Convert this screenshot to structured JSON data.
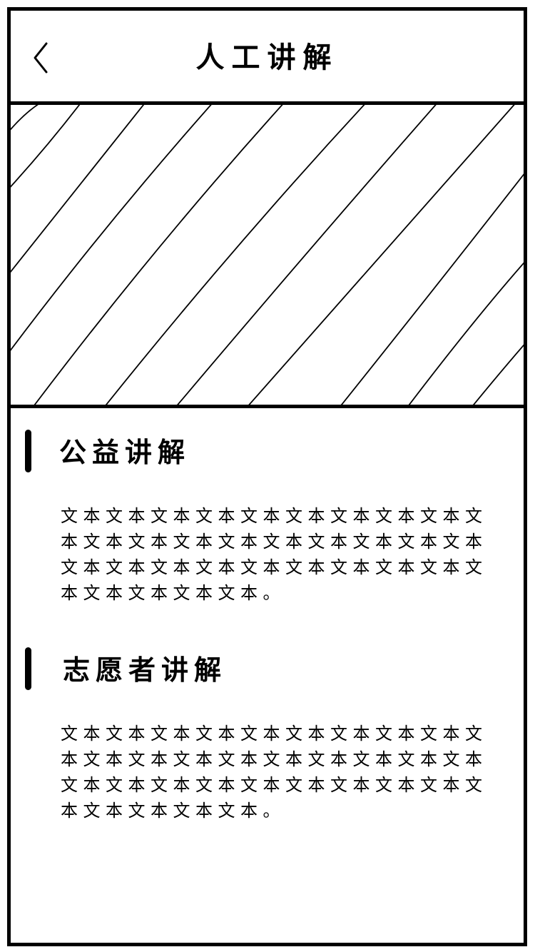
{
  "header": {
    "title": "人工讲解",
    "back_icon": "chevron-left-icon"
  },
  "banner": {
    "kind": "image-placeholder"
  },
  "sections": [
    {
      "title": "公益讲解",
      "body": "文本文本文本文本文本文本文本文本文本文本文本文本文本文本文本文本文本文本文本文本文本文本文本文本文本文本文本文本文本文本文本文本文本。"
    },
    {
      "title": "志愿者讲解",
      "body": "文本文本文本文本文本文本文本文本文本文本文本文本文本文本文本文本文本文本文本文本文本文本文本文本文本文本文本文本文本文本文本文本文本。"
    }
  ],
  "colors": {
    "stroke": "#000000",
    "background": "#ffffff"
  }
}
